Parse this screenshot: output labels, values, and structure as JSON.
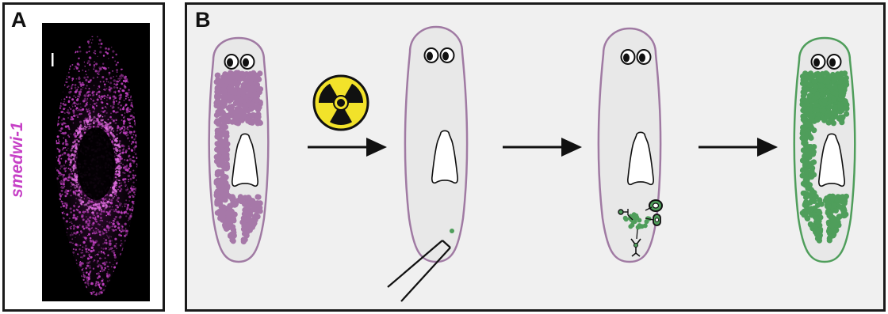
{
  "panel_a": {
    "letter": "A",
    "gene_label": "smedwi-1",
    "stain_color": "#c040c0"
  },
  "panel_b": {
    "letter": "B",
    "colors": {
      "purple_cells": "#a678a8",
      "purple_outline": "#a07aa3",
      "green_cells": "#4f9e5b",
      "green_outline": "#4f9e5b",
      "body_fill": "#e8e8e8",
      "radiation_yellow": "#f2e22a"
    },
    "steps": [
      {
        "name": "stem-cells-intact",
        "state": "purple neoblasts throughout body"
      },
      {
        "name": "irradiated",
        "state": "neoblasts depleted, single cell transplanted"
      },
      {
        "name": "clonal-expansion",
        "state": "transplanted cell proliferates and differentiates"
      },
      {
        "name": "repopulated",
        "state": "green neoblasts throughout body"
      }
    ],
    "icons": [
      "radiation-icon",
      "arrow-icon",
      "arrow-icon",
      "arrow-icon",
      "pipette-icon"
    ]
  }
}
